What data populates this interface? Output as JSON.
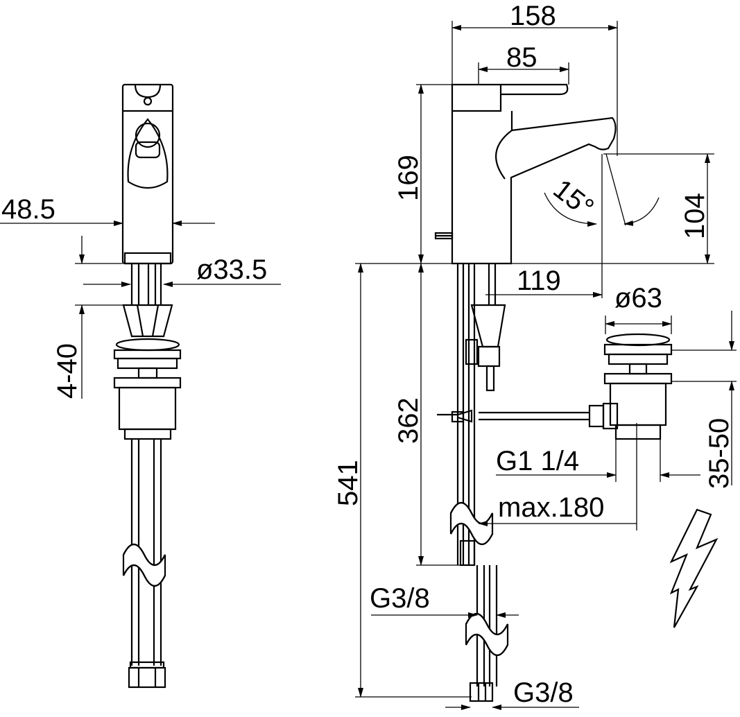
{
  "front_view": {
    "width": "48.5",
    "connector_diameter": "ø33.5",
    "counter_thickness": "4-40"
  },
  "side_view": {
    "overall_depth": "158",
    "lever_depth": "85",
    "height": "169",
    "spout_angle": "15°",
    "spout_height": "104",
    "spout_reach": "119",
    "waste_diameter": "ø63",
    "hose_length": "362",
    "total_length": "541",
    "waste_thread": "G1 1/4",
    "waste_range": "35-50",
    "max_rod": "max.180",
    "hose_thread_upper": "G3/8",
    "hose_thread_lower": "G3/8"
  },
  "colors": {
    "line": "#000000",
    "background": "#ffffff"
  }
}
